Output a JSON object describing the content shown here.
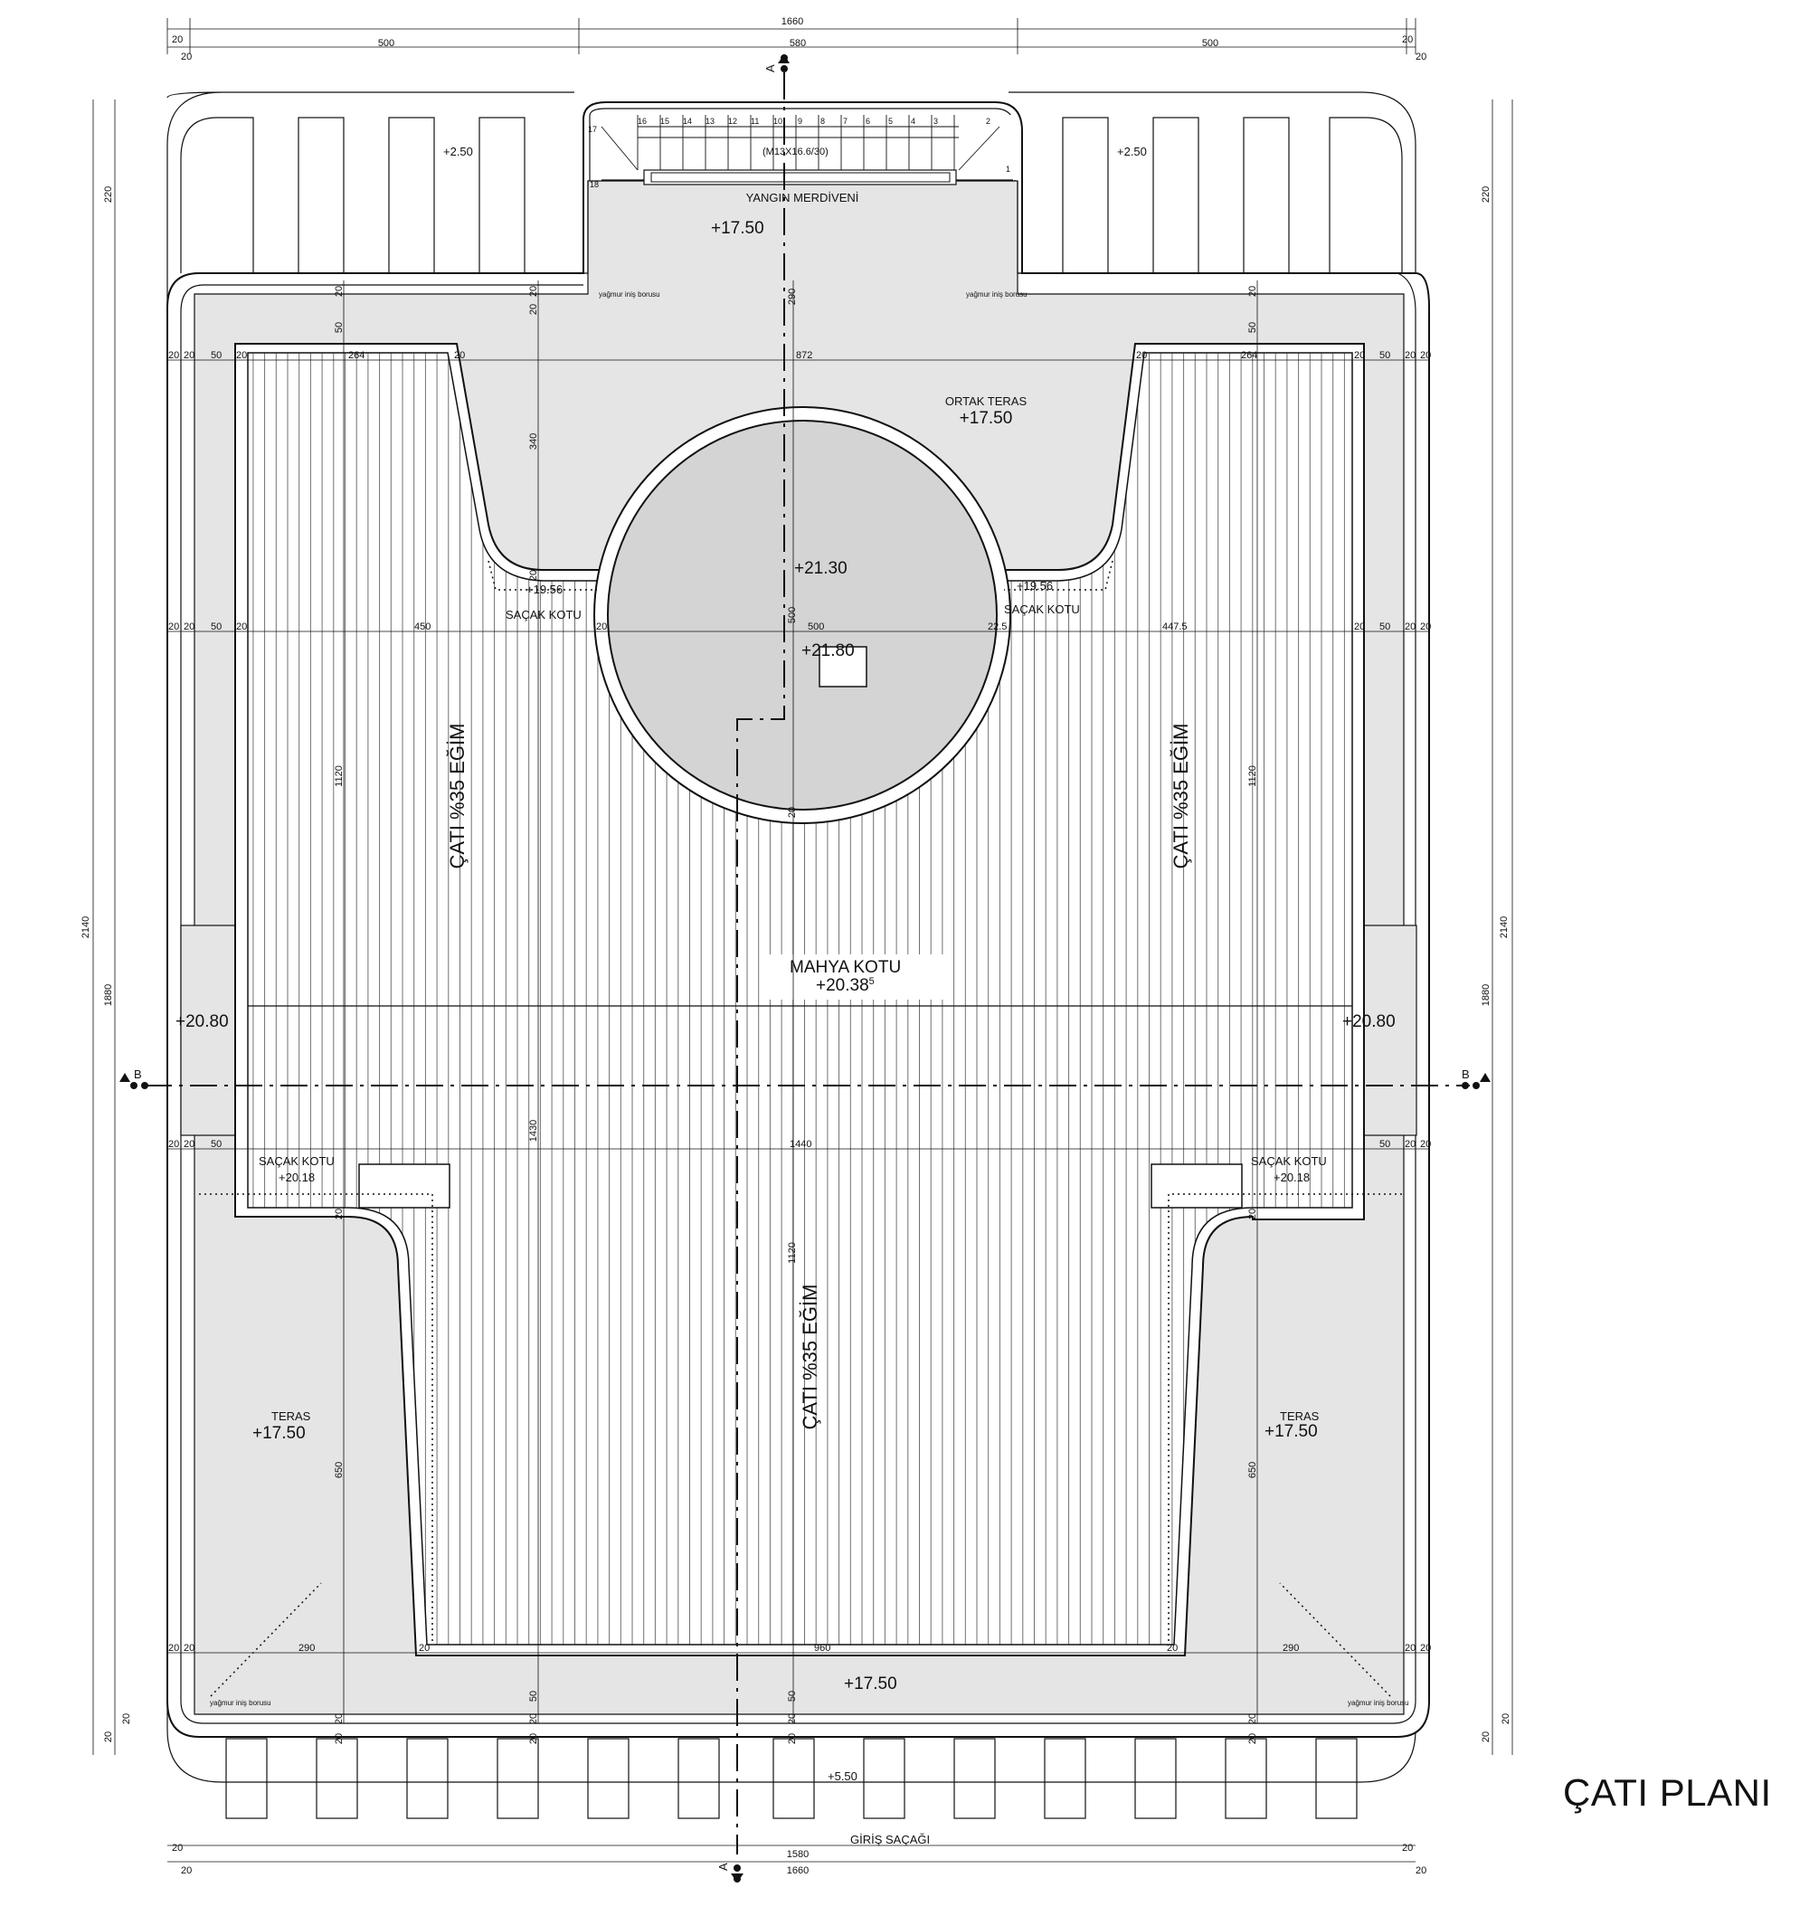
{
  "title": "ÇATI PLANI",
  "dims": {
    "top_total": "1660",
    "top_left_20": "20",
    "top_right_20": "20",
    "top_side_500_l": "500",
    "top_mid_580": "580",
    "top_side_500_r": "500",
    "top_in_20_l": "20",
    "top_in_20_r": "20",
    "bottom_total": "1660",
    "bottom_inner": "1580",
    "bottom_20_a": "20",
    "bottom_20_b": "20",
    "bottom_20_c": "20",
    "bottom_20_d": "20",
    "left_total": "2140",
    "left_inner": "1880",
    "left_220": "220",
    "left_20_a": "20",
    "left_20_b": "20",
    "right_total": "2140",
    "right_inner": "1880",
    "right_220": "220",
    "right_20_a": "20",
    "right_20_b": "20",
    "row1_l_20a": "20",
    "row1_l_20b": "20",
    "row1_l_50": "50",
    "row1_l_20c": "20",
    "row1_264_l": "264",
    "row1_20_l": "20",
    "row1_872": "872",
    "row1_20_r": "20",
    "row1_264_r": "264",
    "row1_r_20c": "20",
    "row1_r_50": "50",
    "row1_r_20b": "20",
    "row1_r_20a": "20",
    "row2_l_20a": "20",
    "row2_l_20b": "20",
    "row2_l_50": "50",
    "row2_l_20c": "20",
    "row2_450": "450",
    "row2_20_c": "20",
    "row2_500": "500",
    "row2_22_5": "22.5",
    "row2_447_5": "447.5",
    "row2_r_20c": "20",
    "row2_r_50": "50",
    "row2_r_20b": "20",
    "row2_r_20a": "20",
    "row3_l_20a": "20",
    "row3_l_20b": "20",
    "row3_l_50": "50",
    "row3_1440": "1440",
    "row3_r_50": "50",
    "row3_r_20b": "20",
    "row3_r_20a": "20",
    "row4_l_20a": "20",
    "row4_l_20b": "20",
    "row4_290_l": "290",
    "row4_20_l": "20",
    "row4_960": "960",
    "row4_20_r": "20",
    "row4_290_r": "290",
    "row4_r_20b": "20",
    "row4_r_20a": "20",
    "v_20_a": "20",
    "v_20_b": "20",
    "v_50_a": "50",
    "v_290": "290",
    "v_340": "340",
    "v_20_c": "20",
    "v_1120_l": "1120",
    "v_1430": "1430",
    "v_1120_c": "1120",
    "v_20_d": "20",
    "v_20_e": "20",
    "v_1120_r": "1120",
    "v_20_f": "20",
    "v_20_g": "20",
    "v_650_l": "650",
    "v_650_r": "650",
    "v_20_h": "20",
    "v_20_i": "20",
    "v_20_j": "20",
    "v_50_b": "50",
    "v_50_c": "50",
    "v_50_d": "50",
    "v_20_k": "20",
    "v_20_l": "20",
    "v_20_m": "20",
    "v_20_n": "20",
    "v_20_o": "20",
    "v_20_p": "20"
  },
  "stair": {
    "numbers_top": [
      "16",
      "15",
      "14",
      "13",
      "12",
      "11",
      "10",
      "9",
      "8",
      "7",
      "6",
      "5",
      "4",
      "3",
      "2"
    ],
    "n17": "17",
    "n18": "18",
    "n1": "1",
    "spec": "(M13X16.6/30)",
    "name": "YANGIN MERDİVENİ"
  },
  "labels": {
    "ortak_teras": "ORTAK TERAS",
    "sacak_kotu_l": "SAÇAK KOTU",
    "sacak_kotu_r": "SAÇAK KOTU",
    "sacak_kotu_bl": "SAÇAK KOTU",
    "sacak_kotu_br": "SAÇAK KOTU",
    "mahya_kotu": "MAHYA KOTU",
    "teras_l": "TERAS",
    "teras_r": "TERAS",
    "giris_sacagi": "GİRİŞ SAÇAĞI",
    "cati_egim_l": "ÇATI %35 EĞİM",
    "cati_egim_r": "ÇATI %35 EĞİM",
    "cati_egim_c": "ÇATI %35 EĞİM",
    "yagmur_tl": "yağmur iniş borusu",
    "yagmur_tr": "yağmur iniş borusu",
    "yagmur_bl": "yağmur iniş borusu",
    "yagmur_br": "yağmur iniş borusu",
    "section_a_top": "A",
    "section_a_bottom": "A",
    "section_b_left": "B",
    "section_b_right": "B"
  },
  "levels": {
    "canopy_left": "+2.50",
    "canopy_right": "+2.50",
    "stair": "+17.50",
    "ortak_teras": "+17.50",
    "dome": "+21.30",
    "dome_top": "+21.80",
    "sacak_l": "+19.56",
    "sacak_r": "+19.56",
    "mahya": "+20.38",
    "mahya_sup": "5",
    "side_l": "+20.80",
    "side_r": "+20.80",
    "sacak_bl": "+20.18",
    "sacak_br": "+20.18",
    "teras_l": "+17.50",
    "teras_r": "+17.50",
    "bottom_terrace": "+17.50",
    "entry": "+5.50"
  },
  "colors": {
    "fill_light": "#e5e5e5",
    "fill_dome": "#d4d4d4",
    "line": "#111111"
  }
}
